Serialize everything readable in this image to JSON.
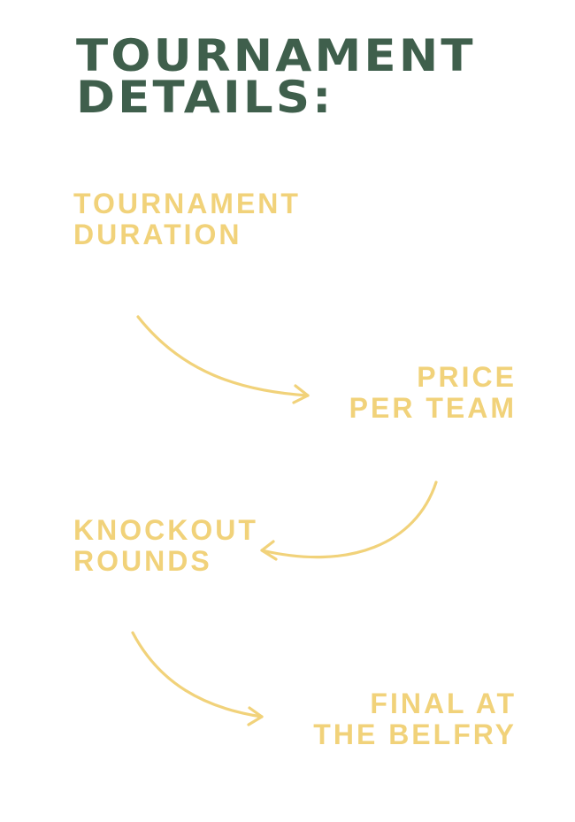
{
  "heading": {
    "line1": "TOURNAMENT",
    "line2": "DETAILS:"
  },
  "steps": [
    {
      "line1": "TOURNAMENT",
      "line2": "DURATION"
    },
    {
      "line1": "PRICE",
      "line2": "PER TEAM"
    },
    {
      "line1": "KNOCKOUT",
      "line2": "ROUNDS"
    },
    {
      "line1": "FINAL AT",
      "line2": "THE BELFRY"
    }
  ],
  "colors": {
    "heading": "#3f5f4c",
    "accent": "#f1d27a",
    "background": "#ffffff"
  }
}
